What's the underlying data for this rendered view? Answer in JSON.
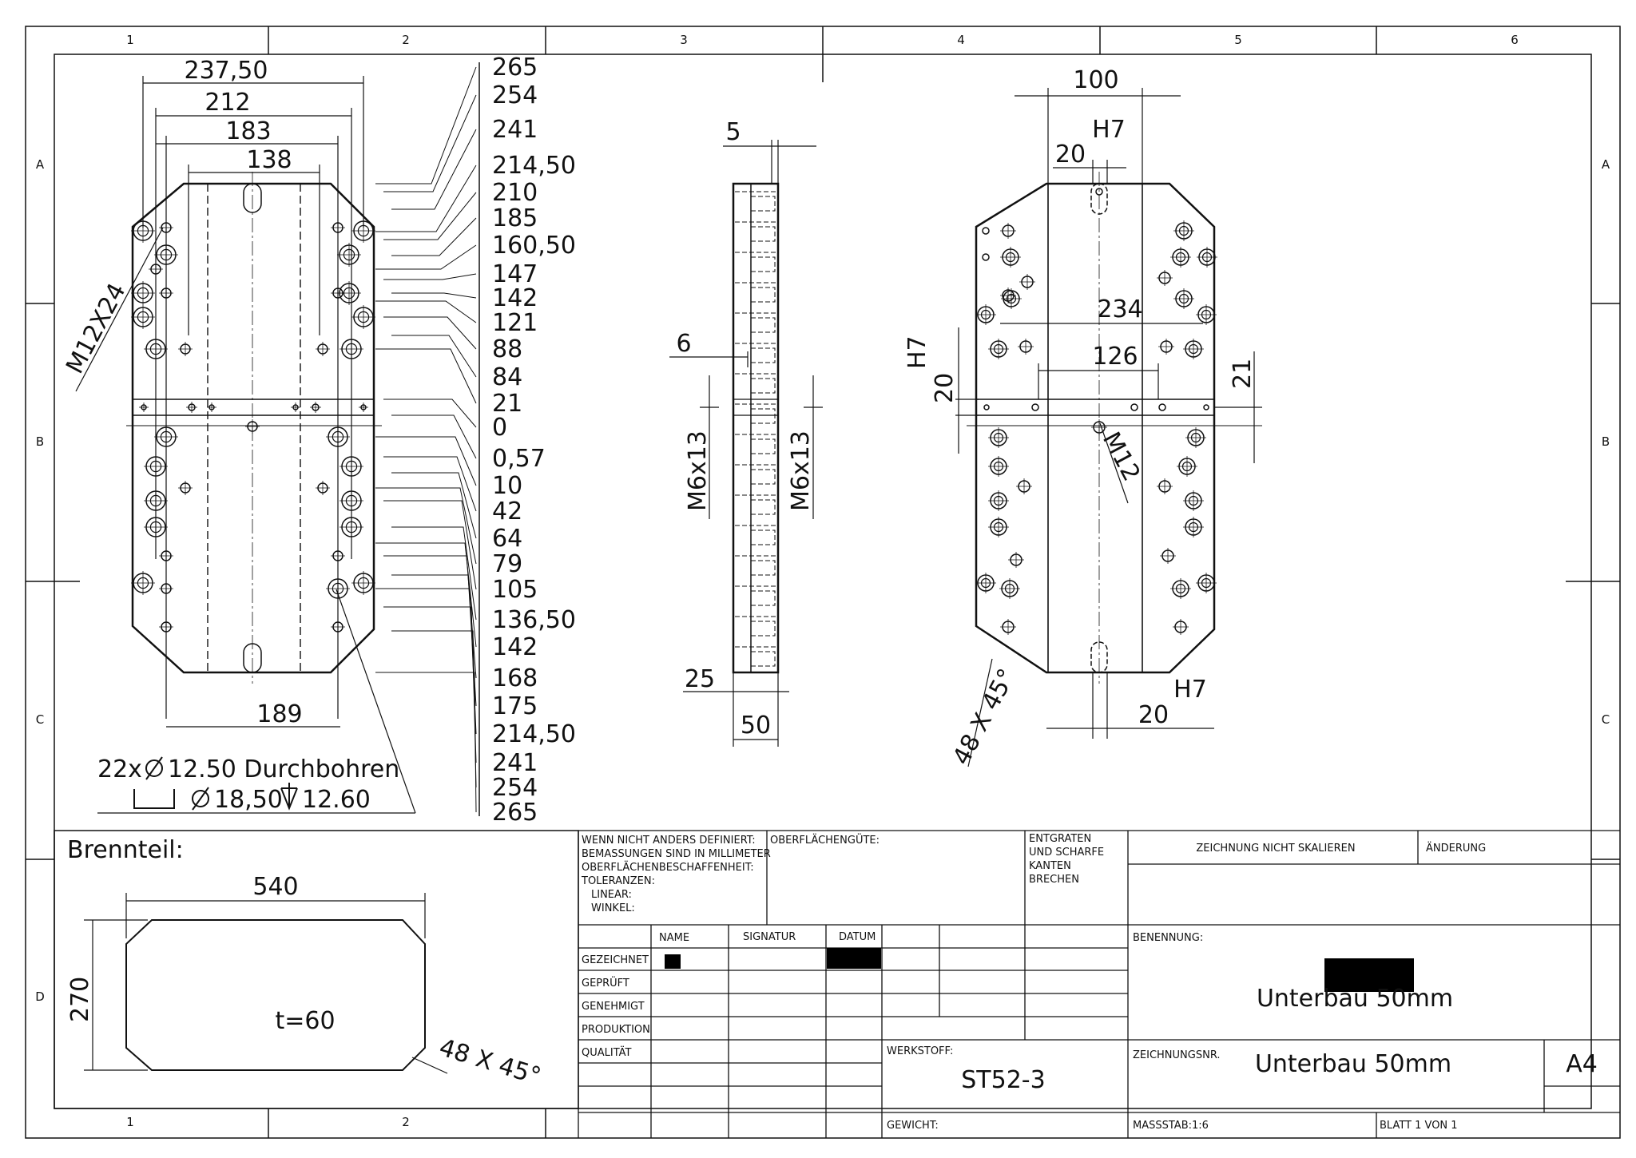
{
  "zones": {
    "cols": [
      "1",
      "2",
      "3",
      "4",
      "5",
      "6"
    ],
    "rows": [
      "A",
      "B",
      "C",
      "D"
    ]
  },
  "front_view": {
    "top_dims": [
      "237,50",
      "212",
      "183",
      "138"
    ],
    "bottom_dim": "189",
    "thread_note": "M12X24",
    "ordinate_dims": [
      "265",
      "254",
      "241",
      "214,50",
      "210",
      "185",
      "160,50",
      "147",
      "142",
      "121",
      "88",
      "84",
      "21",
      "0",
      "0,57",
      "10",
      "42",
      "64",
      "79",
      "105",
      "136,50",
      "142",
      "168",
      "175",
      "214,50",
      "241",
      "254",
      "265"
    ],
    "hole_note_line1": "22x",
    "hole_note_dia": "12.50 Durchbohren",
    "hole_note_line2": "18,50",
    "hole_note_depth": "12.60"
  },
  "side_view": {
    "dims": [
      "5",
      "6",
      "25",
      "50"
    ],
    "thread_left": "M6x13",
    "thread_right": "M6x13"
  },
  "back_view": {
    "dims": [
      "100",
      "20",
      "234",
      "126",
      "20",
      "21",
      "20"
    ],
    "fit_notes": [
      "H7",
      "H7",
      "H7"
    ],
    "thread_note": "M12",
    "chamfer": "48 X 45°"
  },
  "blank": {
    "heading": "Brennteil:",
    "width": "540",
    "height": "270",
    "thickness": "t=60",
    "chamfer": "48 X 45°"
  },
  "title_block": {
    "general_notes": [
      "WENN NICHT ANDERS DEFINIERT:",
      "BEMASSUNGEN SIND IN MILLIMETER",
      "OBERFLÄCHENBESCHAFFENHEIT:",
      "TOLERANZEN:",
      "LINEAR:",
      "WINKEL:"
    ],
    "surface": "OBERFLÄCHENGÜTE:",
    "deburr": [
      "ENTGRATEN",
      "UND SCHARFE",
      "KANTEN",
      "BRECHEN"
    ],
    "no_scale": "ZEICHNUNG NICHT SKALIEREN",
    "revision": "ÄNDERUNG",
    "headers": [
      "NAME",
      "SIGNATUR",
      "DATUM"
    ],
    "roles": [
      "GEZEICHNET",
      "GEPRÜFT",
      "GENEHMIGT",
      "PRODUKTION",
      "QUALITÄT"
    ],
    "naming_label": "BENENNUNG:",
    "naming": "Unterbau 50mm",
    "material_label": "WERKSTOFF:",
    "material": "ST52-3",
    "drawing_no_label": "ZEICHNUNGSNR.",
    "drawing_no": "Unterbau 50mm",
    "format": "A4",
    "weight_label": "GEWICHT:",
    "scale": "MASSSTAB:1:6",
    "sheet": "BLATT 1 VON 1"
  },
  "colors": {
    "line": "#111111",
    "redaction": "#000000"
  }
}
